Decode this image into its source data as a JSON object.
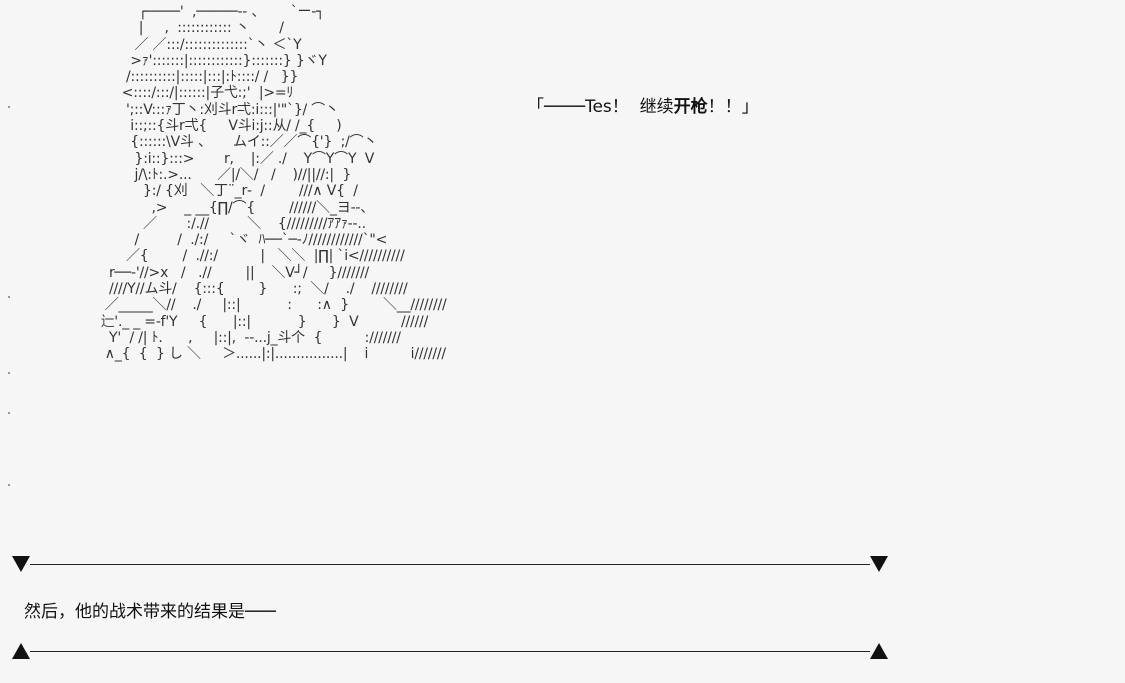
{
  "ascii_art": {
    "lines": [
      "           ┌────'  ,─────-- 、      `ー‐┐",
      "           |     ,  :::::::::::: 丶       /",
      "          ／ ／:::/::::::::::::::`丶 ＜`Y",
      "         >ｧ':::::::|::::::::::::}:::::::} }ヾY",
      "        /::::::::::|:::::|:::|:ﾄ::::/ /   }}",
      "       <::::/:::/|::::::|子弋:;'  |>=ﾘ",
      "        ';::V:::ｧ丁丶:刈斗r弌:i:::|'\"`}/ ⌒丶",
      "         i::;::{斗r弌{     V斗i:j::从/ /_{     )",
      "         {::::::\\V斗 、     ムイ::／／⌒{'}  ;/⌒丶",
      "          }:i::}:::>       r,    |:／ ./    Y⌒Y⌒Y  V",
      "          j/\\:ﾄ:.>...      ／|/＼/   /    )//||//:|  }",
      "            }:/ {刈   ＼丁¨_r‐  /        ///∧ V{  /",
      "              ,>    _ __{∏/⌒{        //////＼_ヨ-‐、",
      "            ／       :/.//         ＼    {/////////ｱｱｧ‐-..",
      "          /         /  ./:/     `ヾ  ﾊ──`─‐ﾉ////////////`\"<",
      "        ／{        /  .//:/          |   ＼＼  |∏| `i<//////////",
      "    r──‐'//>x   /   .//        ||    ＼V┘/     }///////",
      "    ////Y//ム斗/    {:::{        }      :;  ＼/    ./    ////////",
      "   ／_____＼//    ./     |::|           :      :∧  }        ＼__////////",
      "  辷'._ _ =-f'Y     {      |::|           }      }  V          //////",
      "    Y'  / /| ﾄ.      ,     |::|,  ‐-...j_斗个  {          :///////",
      "   ∧_{  {  } し ＼     ＞......|:|................|    i          i///////"
    ]
  },
  "speech": {
    "open_bracket": "「",
    "dash": "────",
    "tes": "Tes！  继续",
    "bold": "开枪",
    "tail": "！！」"
  },
  "narration": {
    "text": "然后，他的战术带来的结果是───"
  },
  "dividers": {
    "top_left_icon": "triangle-down-icon",
    "top_right_icon": "triangle-down-icon",
    "bottom_left_icon": "triangle-up-icon",
    "bottom_right_icon": "triangle-up-icon"
  }
}
